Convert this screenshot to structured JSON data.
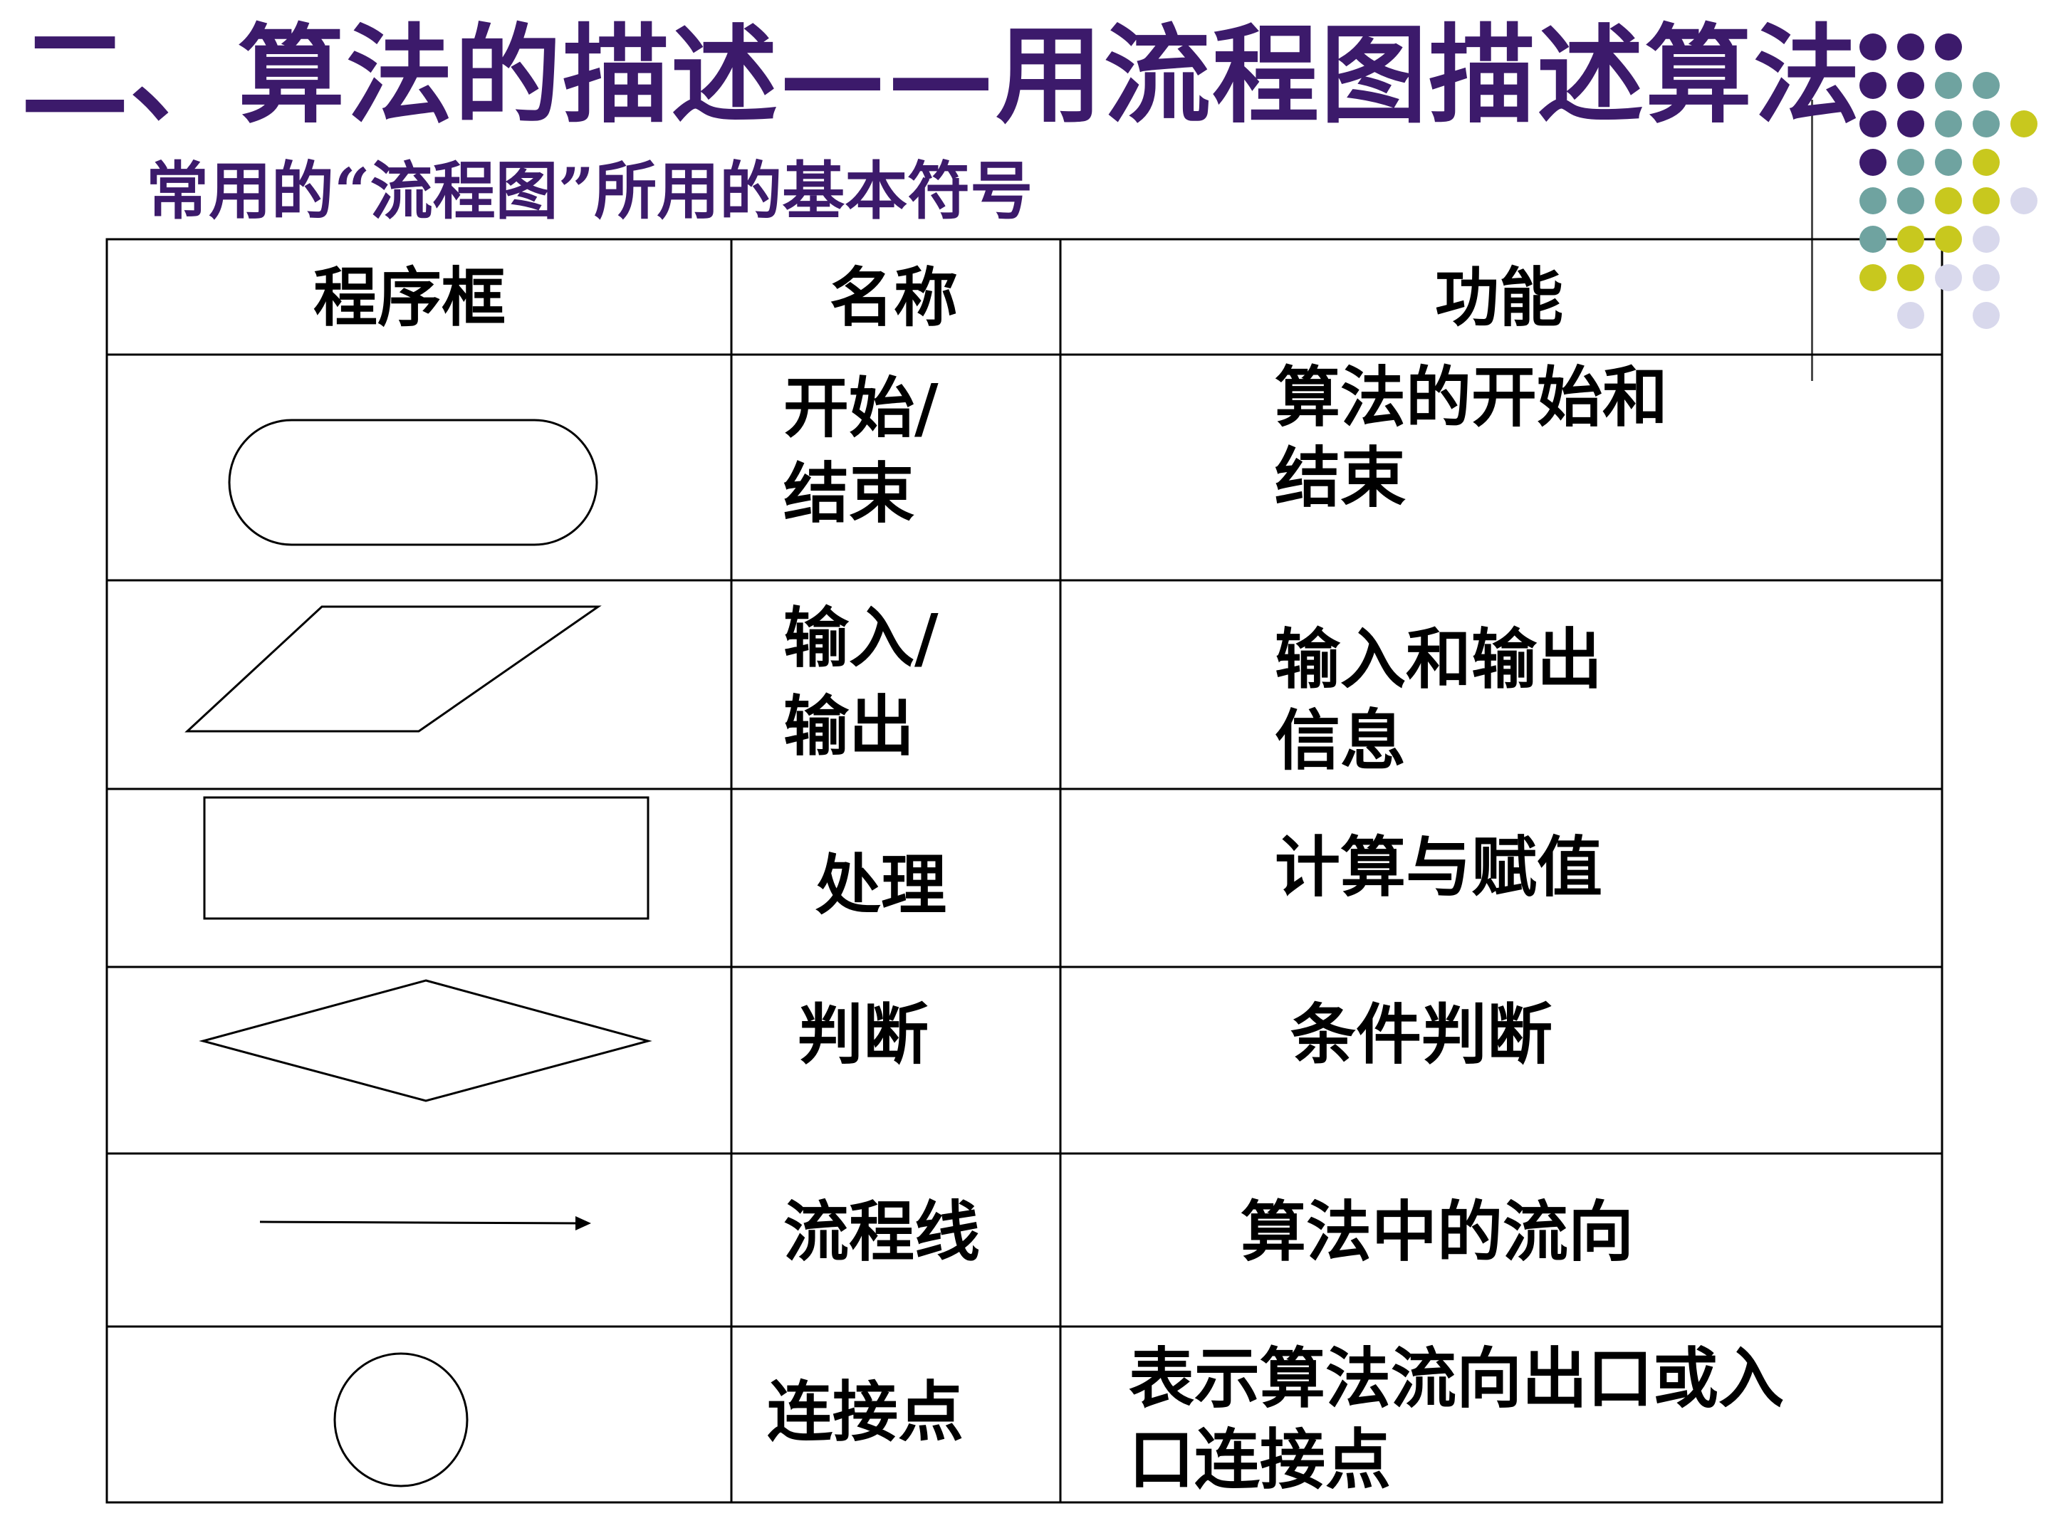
{
  "title": "二、算法的描述——用流程图描述算法",
  "subtitle": "常用的“流程图”所用的基本符号",
  "table": {
    "headers": [
      "程序框",
      "名称",
      "功能"
    ],
    "rows": [
      {
        "symbol": "terminal-oval",
        "name_line1": "开始/",
        "name_line2": "结束",
        "func_line1": "算法的开始和",
        "func_line2": "结束"
      },
      {
        "symbol": "parallelogram",
        "name_line1": "输入/",
        "name_line2": "输出",
        "func_line1": "输入和输出",
        "func_line2": "信息"
      },
      {
        "symbol": "rectangle",
        "name_line1": "处理",
        "func_line1": "计算与赋值"
      },
      {
        "symbol": "diamond",
        "name_line1": "判断",
        "func_line1": "条件判断"
      },
      {
        "symbol": "arrow",
        "name_line1": "流程线",
        "func_line1": "算法中的流向"
      },
      {
        "symbol": "circle",
        "name_line1": "连接点",
        "func_line1": "表示算法流向出口或入",
        "func_line2": "口连接点"
      }
    ]
  },
  "colors": {
    "title": "#3c1a6b",
    "dot_purple": "#3c1a6b",
    "dot_teal": "#6fa3a0",
    "dot_yellow": "#c8c81e",
    "dot_lavender": "#d8d8ec"
  }
}
